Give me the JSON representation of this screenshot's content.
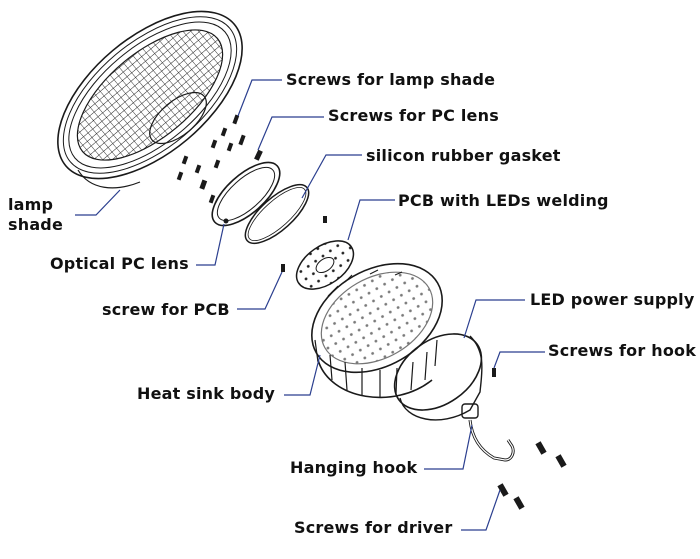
{
  "labels": {
    "screws_lamp_shade": "Screws for lamp shade",
    "screws_pc_lens": "Screws for PC lens",
    "silicon_gasket": "silicon rubber gasket",
    "pcb_leds": "PCB with LEDs welding",
    "lamp_shade_line1": "lamp",
    "lamp_shade_line2": "shade",
    "optical_pc_lens": "Optical PC lens",
    "led_power_supply": "LED power supply",
    "screw_for_pcb": "screw for PCB",
    "screws_for_hook": "Screws for hook",
    "heat_sink_body": "Heat sink body",
    "hanging_hook": "Hanging hook",
    "screws_for_driver": "Screws for driver"
  },
  "colors": {
    "line_art": "#1a1a1a",
    "leader_lines": "#2b3f8f",
    "background": "#ffffff"
  }
}
